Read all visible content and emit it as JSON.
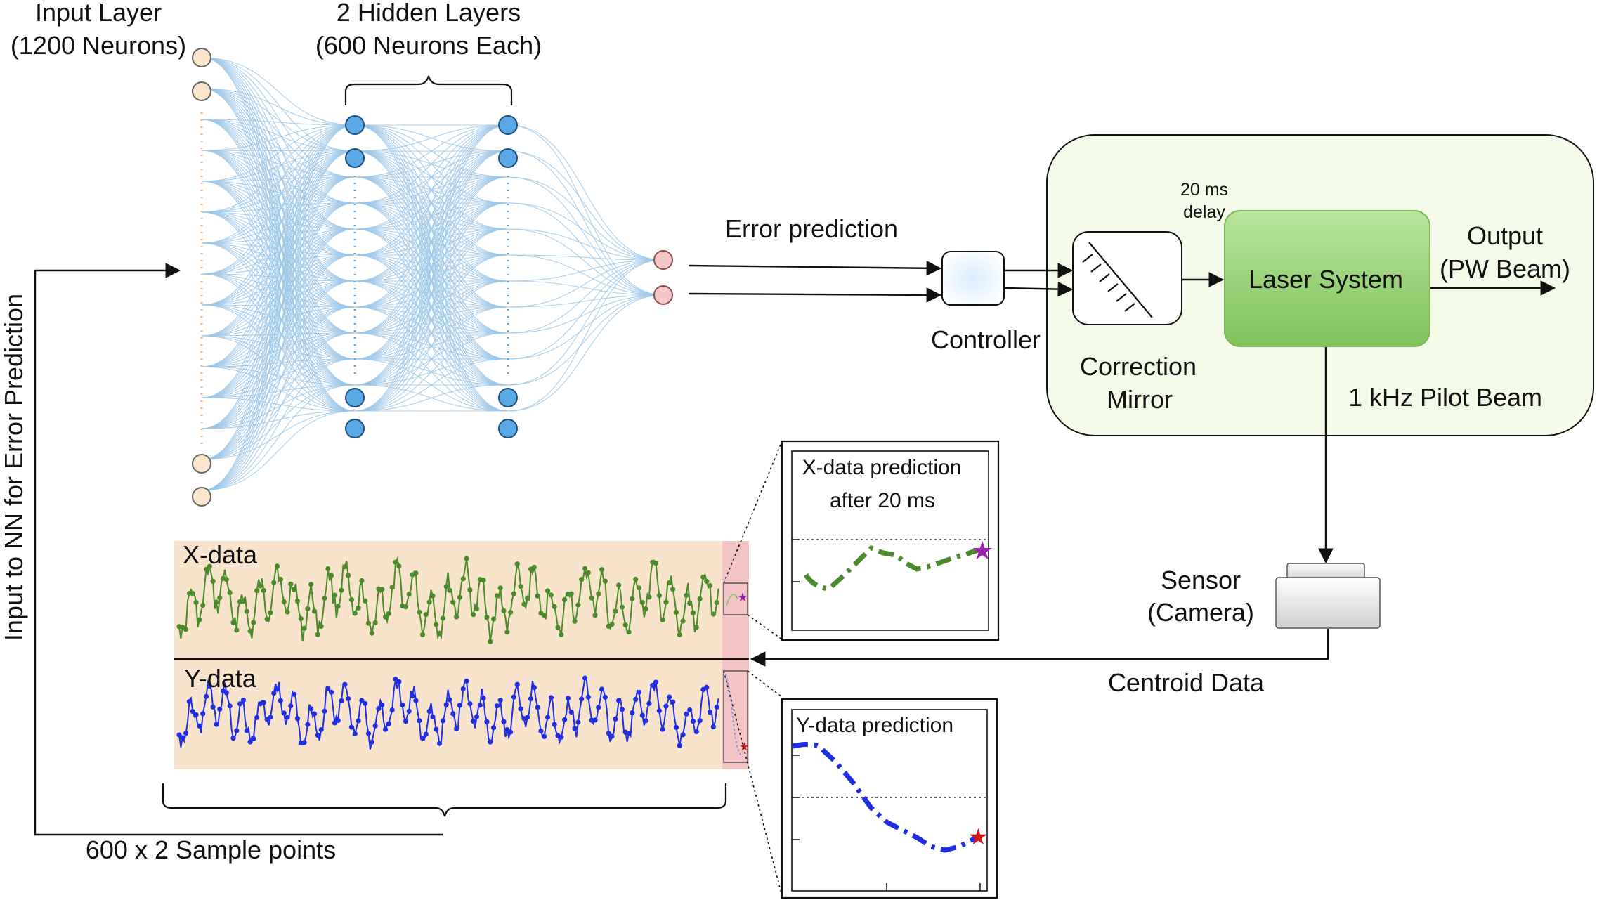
{
  "nn": {
    "input_label_1": "Input Layer",
    "input_label_2": "(1200 Neurons)",
    "hidden_label_1": "2 Hidden Layers",
    "hidden_label_2": "(600 Neurons Each)",
    "side_label": "Input to NN for Error Prediction",
    "colors": {
      "input": "#fbe5cc",
      "hidden": "#5aa8e4",
      "output": "#f5c6c6",
      "connection": "#9cc7e8"
    }
  },
  "flow": {
    "error_prediction": "Error prediction",
    "controller": "Controller",
    "correction_mirror_1": "Correction",
    "correction_mirror_2": "Mirror",
    "delay_1": "20 ms",
    "delay_2": "delay",
    "laser_system": "Laser System",
    "output_1": "Output",
    "output_2": "(PW Beam)",
    "pilot_beam": "1 kHz Pilot Beam",
    "sensor_1": "Sensor",
    "sensor_2": "(Camera)",
    "centroid_data": "Centroid Data",
    "colors": {
      "system_box": "#f3fae8",
      "laser": "#8fcf6f"
    }
  },
  "data_panel": {
    "x_label": "X-data",
    "y_label": "Y-data",
    "samples_label": "600 x 2 Sample points",
    "colors": {
      "background": "#f8e3cc",
      "prediction_zone": "#f3c4c4",
      "x_series": "#4a8a2a",
      "y_series": "#1f2ee0"
    }
  },
  "insets": {
    "x_title_1": "X-data prediction",
    "x_title_2": "after 20 ms",
    "y_title": "Y-data prediction",
    "colors": {
      "x_star": "#9b1fb0",
      "y_star": "#d21414"
    }
  }
}
